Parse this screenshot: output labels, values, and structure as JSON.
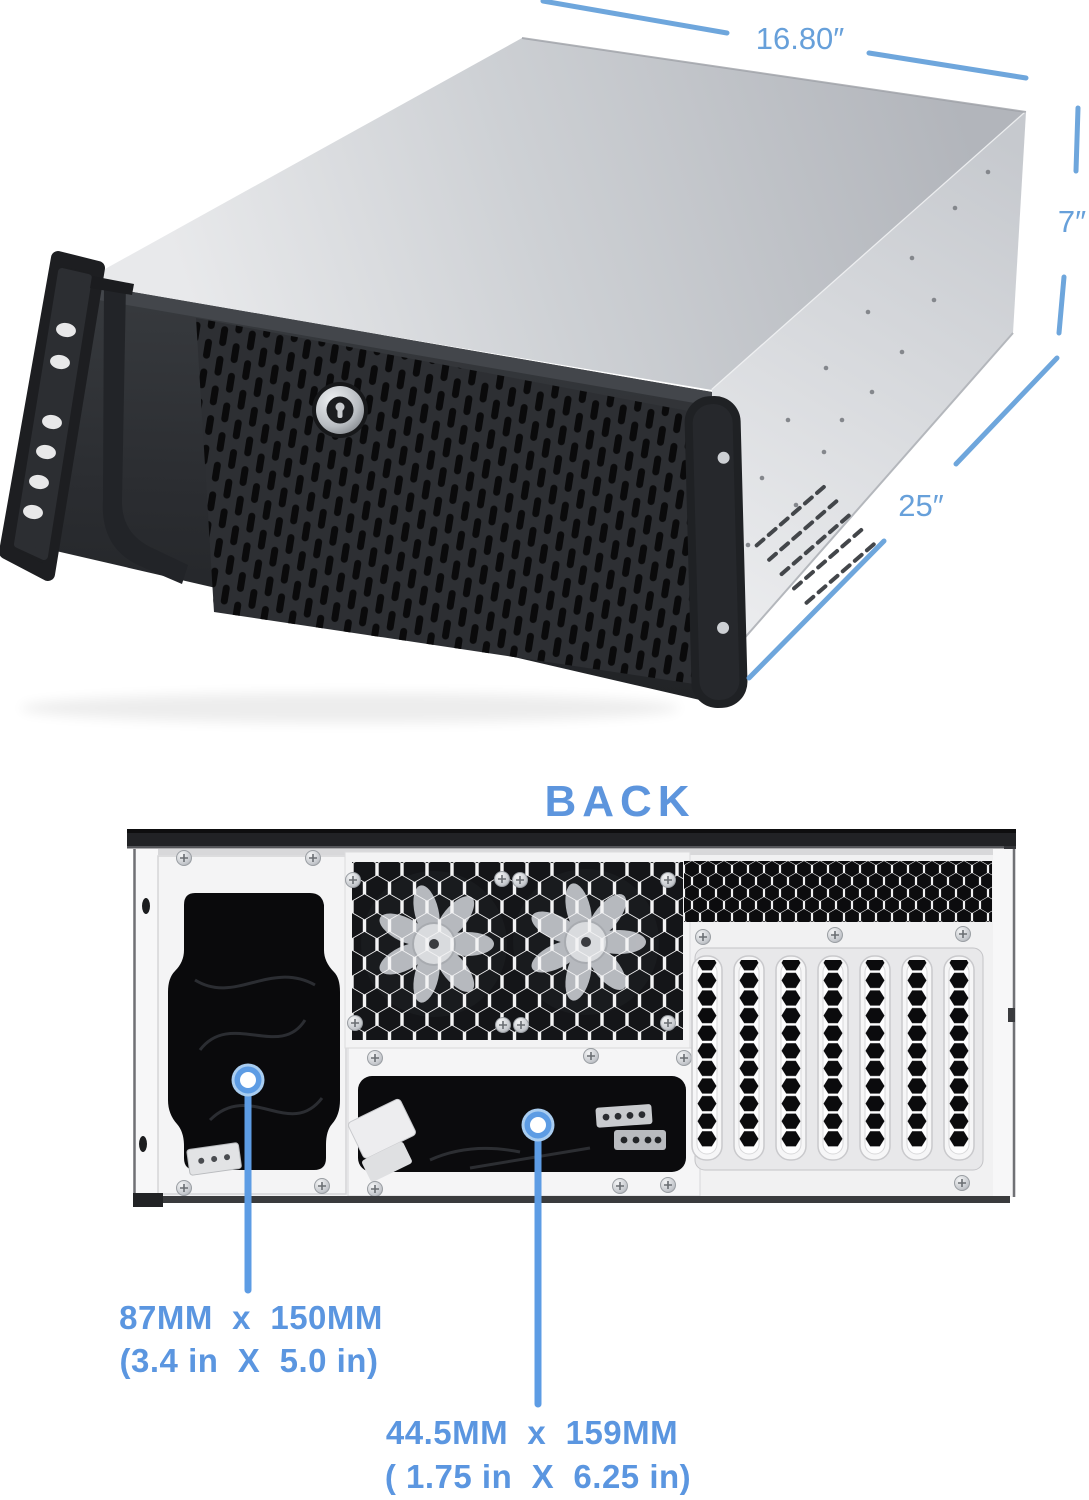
{
  "meta": {
    "type": "product-dimension-diagram",
    "product": "4U rackmount server chassis shown in front isometric view and rear view",
    "background": "#ffffff"
  },
  "iso_view": {
    "dimensions": {
      "width": {
        "label": "16.80″"
      },
      "height": {
        "label": "7″"
      },
      "depth": {
        "label": "25″"
      }
    }
  },
  "back_view": {
    "heading": "BACK",
    "callouts": {
      "psu_opening": {
        "line1": "87MM  x  150MM",
        "line2": "(3.4 in  X  5.0 in)"
      },
      "io_opening": {
        "line1": "44.5MM  x  159MM",
        "line2": "( 1.75 in  X  6.25 in)"
      }
    }
  },
  "colors": {
    "dimension_line_blue": "#6ea6dc",
    "dimension_text_blue": "#67a0da",
    "back_heading_blue": "#5d95dd",
    "callout_text_blue": "#5b96e0",
    "callout_accent_blue": "#5d9ce4",
    "chassis_silver": "#d7d9dd",
    "chassis_front_black": "#27292c",
    "back_panel_white": "#f3f3f4"
  }
}
